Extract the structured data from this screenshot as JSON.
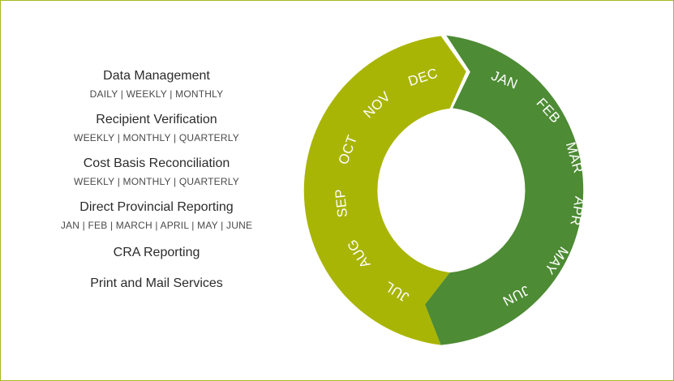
{
  "colors": {
    "left_arc": "#a9b504",
    "right_arc": "#4d8b34",
    "border": "#a8b820",
    "text": "#2b2b2b"
  },
  "services": [
    {
      "title": "Data Management",
      "frequency": "DAILY | WEEKLY |  MONTHLY"
    },
    {
      "title": "Recipient Verification",
      "frequency": "WEEKLY | MONTHLY |  QUARTERLY"
    },
    {
      "title": "Cost Basis Reconciliation",
      "frequency": "WEEKLY | MONTHLY |  QUARTERLY"
    },
    {
      "title": "Direct Provincial Reporting",
      "frequency": "JAN | FEB | MARCH | APRIL | MAY | JUNE"
    },
    {
      "title": "CRA Reporting",
      "frequency": ""
    },
    {
      "title": "Print and Mail Services",
      "frequency": ""
    }
  ],
  "cycle": {
    "first_half": [
      "JAN",
      "FEB",
      "MAR",
      "APR",
      "MAY",
      "JUN"
    ],
    "second_half": [
      "JUL",
      "AUG",
      "SEP",
      "OCT",
      "NOV",
      "DEC"
    ]
  }
}
